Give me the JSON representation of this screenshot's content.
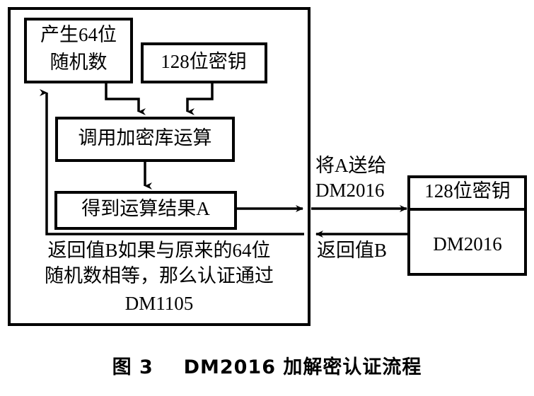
{
  "figure": {
    "caption_number": "图 3",
    "caption_text": "DM2016 加解密认证流程"
  },
  "diagram": {
    "type": "flowchart",
    "left_container": {
      "name": "DM1105",
      "label": "DM1105",
      "note_line1": "返回值B如果与原来的64位",
      "note_line2": "随机数相等，那么认证通过"
    },
    "nodes": {
      "random": {
        "line1": "产生64位",
        "line2": "随机数"
      },
      "key": {
        "label": "128位密钥"
      },
      "crypto_call": {
        "label": "调用加密库运算"
      },
      "result": {
        "label": "得到运算结果A"
      },
      "remote_key": {
        "label": "128位密钥"
      },
      "remote_device": {
        "label": "DM2016"
      }
    },
    "edges": {
      "send_a": {
        "line1": "将A送给",
        "line2": "DM2016"
      },
      "return_b": {
        "label": "返回值B"
      }
    }
  }
}
